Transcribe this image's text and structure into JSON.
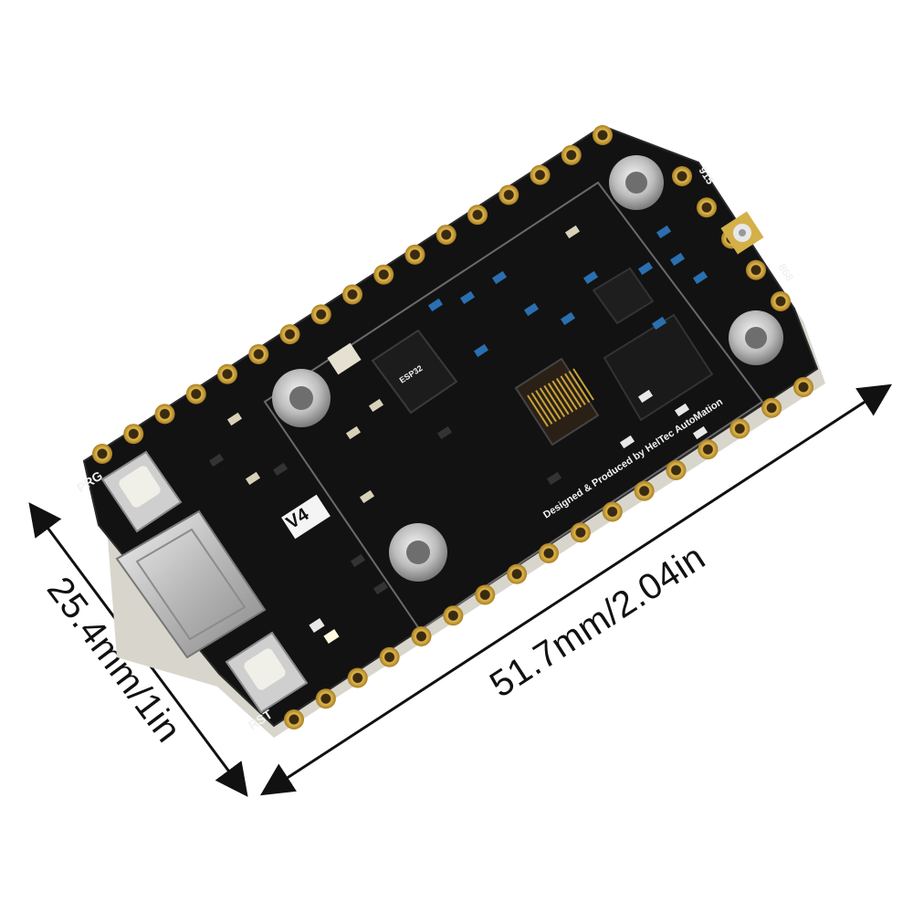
{
  "product": {
    "dimensions": {
      "width_label": "25.4mm/1in",
      "length_label": "51.7mm/2.04in"
    },
    "silkscreen": {
      "prg_label": "PRG",
      "rst_label": "RST",
      "version_label": "V4",
      "maker_label": "Designed & Produced by HelTec AutoMation",
      "antenna_label_1": "915",
      "antenna_label_2": "868"
    },
    "colors": {
      "board": "#101010",
      "gold_pad": "#c9a23a",
      "silver": "#c8c8c8"
    }
  }
}
